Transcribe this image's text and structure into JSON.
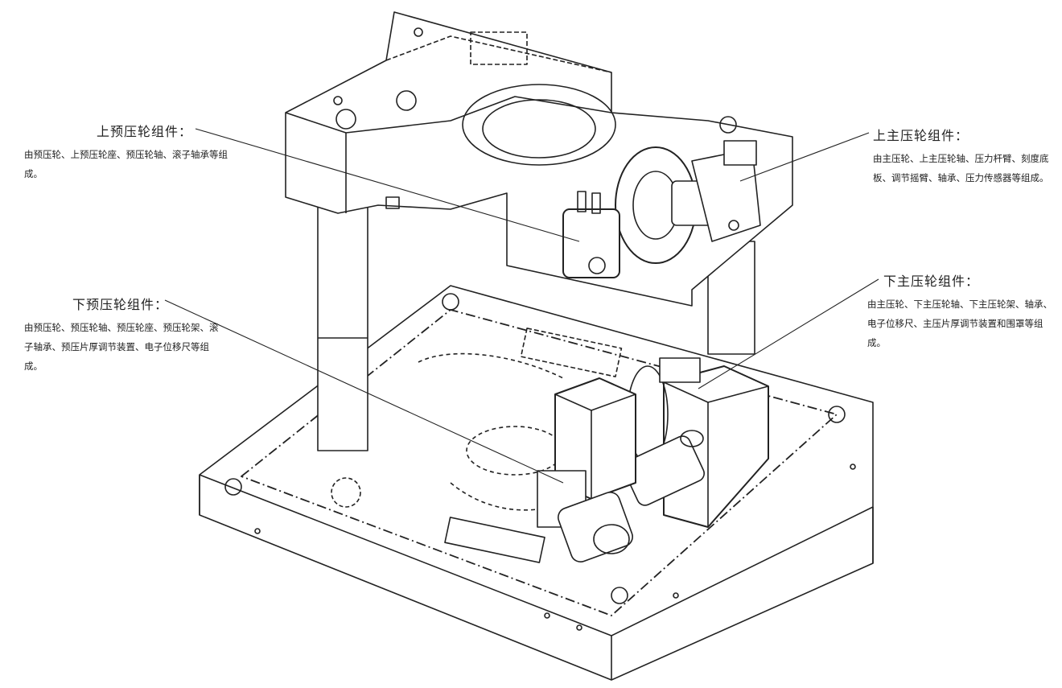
{
  "callouts": {
    "upper_pre": {
      "title": "上预压轮组件：",
      "desc": "由预压轮、上预压轮座、预压轮轴、滚子轴承等组成。"
    },
    "upper_main": {
      "title": "上主压轮组件：",
      "desc": "由主压轮、上主压轮轴、压力杆臂、刻度底板、调节摇臂、轴承、压力传感器等组成。"
    },
    "lower_pre": {
      "title": "下预压轮组件：",
      "desc": "由预压轮、预压轮轴、预压轮座、预压轮架、滚子轴承、预压片厚调节装置、电子位移尺等组成。"
    },
    "lower_main": {
      "title": "下主压轮组件：",
      "desc": "由主压轮、下主压轮轴、下主压轮架、轴承、电子位移尺、主压片厚调节装置和围罩等组成。"
    }
  }
}
